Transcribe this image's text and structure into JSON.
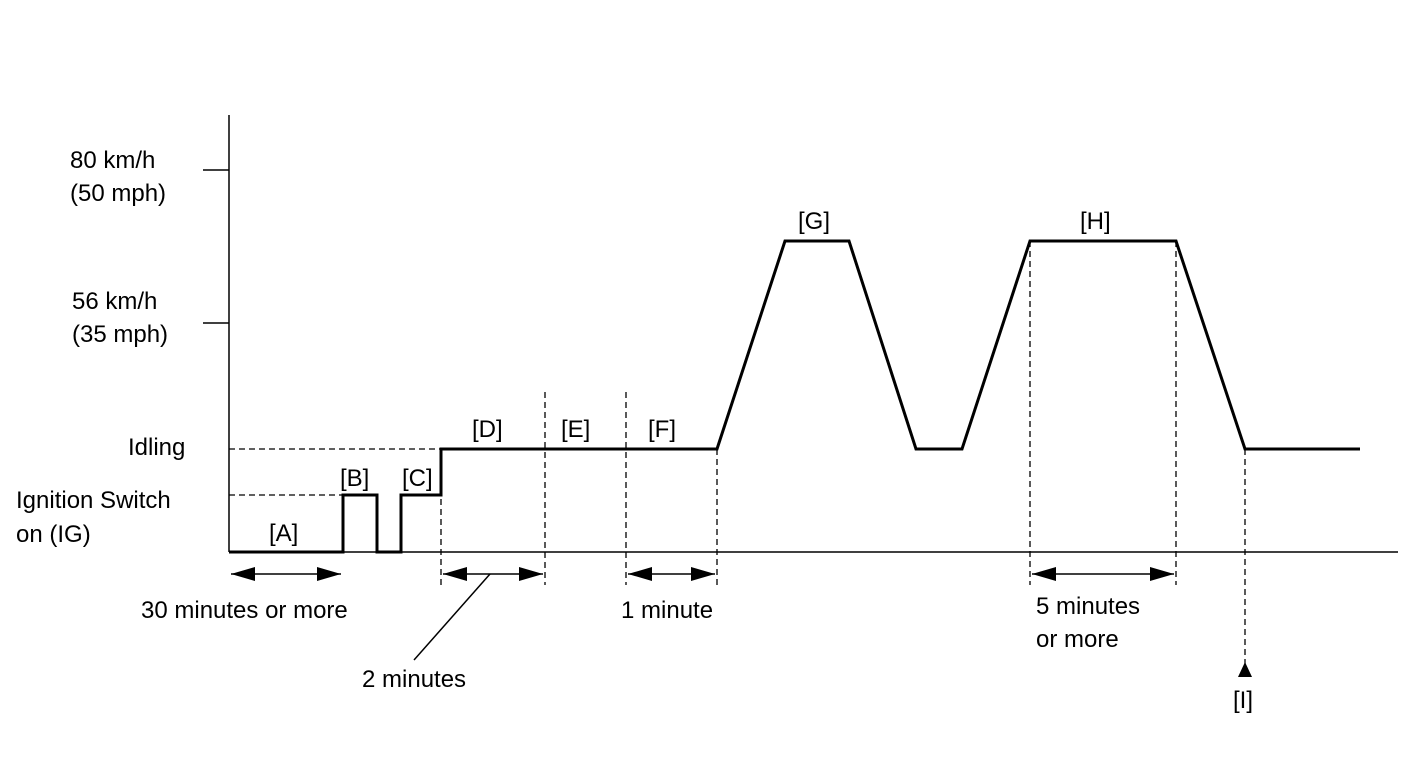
{
  "y_labels": {
    "speed_80_line1": "80 km/h",
    "speed_80_line2": "(50 mph)",
    "speed_56_line1": "56 km/h",
    "speed_56_line2": "(35 mph)",
    "idling": "Idling",
    "ignition_line1": "Ignition Switch",
    "ignition_line2": "on (IG)"
  },
  "phases": {
    "A": "[A]",
    "B": "[B]",
    "C": "[C]",
    "D": "[D]",
    "E": "[E]",
    "F": "[F]",
    "G": "[G]",
    "H": "[H]",
    "I": "[I]"
  },
  "durations": {
    "thirty_min": "30 minutes or more",
    "two_min": "2 minutes",
    "one_min": "1 minute",
    "five_min_line1": "5 minutes",
    "five_min_line2": "or more"
  }
}
